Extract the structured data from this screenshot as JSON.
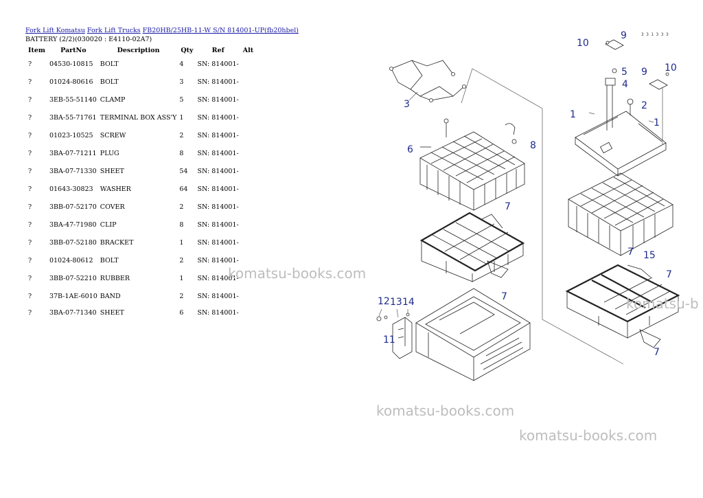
{
  "breadcrumb": {
    "link1": "Fork Lift Komatsu",
    "link2": "Fork Lift Trucks",
    "link3": "FB20HB/25HB-11-W S/N 814001-UP(fb20hbel)"
  },
  "subtitle": "BATTERY (2/2)(030020 : E4110-02A7)",
  "table": {
    "headers": [
      "Item",
      "PartNo",
      "Description",
      "Qty",
      "Ref",
      "Alt"
    ],
    "rows": [
      {
        "item": "?",
        "part": "04530-10815",
        "desc": "BOLT",
        "qty": "4",
        "ref": "SN: 814001-"
      },
      {
        "item": "?",
        "part": "01024-80616",
        "desc": "BOLT",
        "qty": "3",
        "ref": "SN: 814001-"
      },
      {
        "item": "?",
        "part": "3EB-55-51140",
        "desc": "CLAMP",
        "qty": "5",
        "ref": "SN: 814001-"
      },
      {
        "item": "?",
        "part": "3BA-55-71761",
        "desc": "TERMINAL BOX ASS'Y",
        "qty": "1",
        "ref": "SN: 814001-"
      },
      {
        "item": "?",
        "part": "01023-10525",
        "desc": "SCREW",
        "qty": "2",
        "ref": "SN: 814001-"
      },
      {
        "item": "?",
        "part": "3BA-07-71211",
        "desc": "PLUG",
        "qty": "8",
        "ref": "SN: 814001-"
      },
      {
        "item": "?",
        "part": "3BA-07-71330",
        "desc": "SHEET",
        "qty": "54",
        "ref": "SN: 814001-"
      },
      {
        "item": "?",
        "part": "01643-30823",
        "desc": "WASHER",
        "qty": "64",
        "ref": "SN: 814001-"
      },
      {
        "item": "?",
        "part": "3BB-07-52170",
        "desc": "COVER",
        "qty": "2",
        "ref": "SN: 814001-"
      },
      {
        "item": "?",
        "part": "3BA-47-71980",
        "desc": "CLIP",
        "qty": "8",
        "ref": "SN: 814001-"
      },
      {
        "item": "?",
        "part": "3BB-07-52180",
        "desc": "BRACKET",
        "qty": "1",
        "ref": "SN: 814001-"
      },
      {
        "item": "?",
        "part": "01024-80612",
        "desc": "BOLT",
        "qty": "2",
        "ref": "SN: 814001-"
      },
      {
        "item": "?",
        "part": "3BB-07-52210",
        "desc": "RUBBER",
        "qty": "1",
        "ref": "SN: 814001-"
      },
      {
        "item": "?",
        "part": "37B-1AE-6010",
        "desc": "BAND",
        "qty": "2",
        "ref": "SN: 814001-"
      },
      {
        "item": "?",
        "part": "3BA-07-71340",
        "desc": "SHEET",
        "qty": "6",
        "ref": "SN: 814001-"
      }
    ]
  },
  "watermark": "komatsu-books.com",
  "watermark_cut": "komatsu-b",
  "diagram": {
    "code": "3 3 1 3 3 3",
    "callouts": {
      "c1a": "1",
      "c1b": "1",
      "c2": "2",
      "c3": "3",
      "c4": "4",
      "c5": "5",
      "c6": "6",
      "c7a": "7",
      "c7b": "7",
      "c7c": "7",
      "c7d": "7",
      "c7e": "7",
      "c8": "8",
      "c9a": "9",
      "c9b": "9",
      "c10a": "10",
      "c10b": "10",
      "c11": "11",
      "c12": "12",
      "c13": "13",
      "c14": "14",
      "c15": "15"
    },
    "callout_color": "#1d2a8c"
  }
}
